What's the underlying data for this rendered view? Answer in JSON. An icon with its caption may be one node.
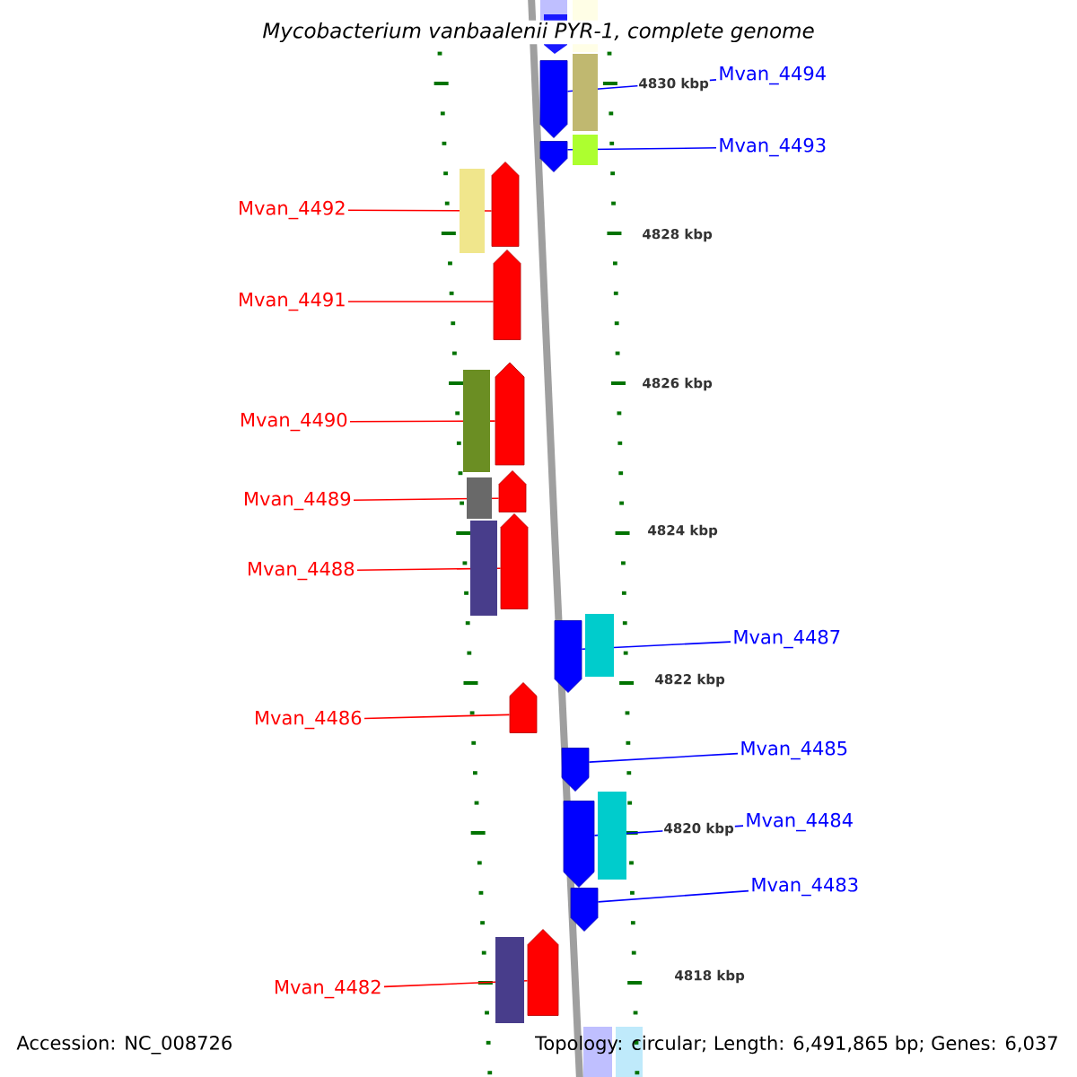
{
  "diagram": {
    "title": "Mycobacterium vanbaalenii PYR-1, complete genome",
    "nodes": [
      {
        "text": [
          "Mvan_4494"
        ]
      },
      {
        "text": [
          "Mvan_4493"
        ]
      },
      {
        "text": [
          "Mvan_4492"
        ]
      },
      {
        "text": [
          "Mvan_4491"
        ]
      },
      {
        "text": [
          "Mvan_4490"
        ]
      },
      {
        "text": [
          "Mvan_4489"
        ]
      },
      {
        "text": [
          "Mvan_4488"
        ]
      },
      {
        "text": [
          "Mvan_4487"
        ]
      },
      {
        "text": [
          "Mvan_4486"
        ]
      },
      {
        "text": [
          "Mvan_4485"
        ]
      },
      {
        "text": [
          "Mvan_4484"
        ]
      },
      {
        "text": [
          "Mvan_4483"
        ]
      },
      {
        "text": [
          "Mvan_4482"
        ]
      },
      {
        "text": [],
        "shape": "arrow"
      },
      {
        "text": [],
        "shape": "arrow"
      },
      {
        "text": [],
        "shape": "arrow"
      },
      {
        "text": [],
        "shape": "arrow"
      },
      {
        "text": [],
        "shape": "arrow"
      },
      {
        "text": [],
        "shape": "arrow"
      },
      {
        "text": [],
        "shape": "arrow"
      },
      {
        "text": [],
        "shape": "arrow"
      },
      {
        "text": [],
        "shape": "arrow"
      },
      {
        "text": [],
        "shape": "arrow"
      },
      {
        "text": [],
        "shape": "arrow"
      },
      {
        "text": [],
        "shape": "arrow"
      },
      {
        "text": [],
        "shape": "arrow"
      }
    ],
    "edges": [
      {
        "from": 0,
        "to": 13,
        "arrow": "none",
        "color": "#0000ff"
      },
      {
        "from": 1,
        "to": 14,
        "arrow": "none",
        "color": "#0000ff"
      },
      {
        "from": 2,
        "to": 15,
        "arrow": "none",
        "color": "#ff0000"
      },
      {
        "from": 3,
        "to": 16,
        "arrow": "none",
        "color": "#ff0000"
      },
      {
        "from": 4,
        "to": 17,
        "arrow": "none",
        "color": "#ff0000"
      },
      {
        "from": 5,
        "to": 18,
        "arrow": "none",
        "color": "#ff0000"
      },
      {
        "from": 6,
        "to": 19,
        "arrow": "none",
        "color": "#ff0000"
      },
      {
        "from": 7,
        "to": 20,
        "arrow": "none",
        "color": "#0000ff"
      },
      {
        "from": 8,
        "to": 21,
        "arrow": "none",
        "color": "#ff0000"
      },
      {
        "from": 9,
        "to": 22,
        "arrow": "none",
        "color": "#0000ff"
      },
      {
        "from": 10,
        "to": 23,
        "arrow": "none",
        "color": "#0000ff"
      },
      {
        "from": 11,
        "to": 24,
        "arrow": "none",
        "color": "#0000ff"
      },
      {
        "from": 12,
        "to": 25,
        "arrow": "none",
        "color": "#ff0000"
      }
    ],
    "labels": [
      "4830 kbp",
      "4828 kbp",
      "4826 kbp",
      "4824 kbp",
      "4822 kbp",
      "4820 kbp",
      "4818 kbp",
      "Accession: NC_008726",
      "Topology: circular; Length: 6,491,865 bp; Genes: 6,037"
    ]
  }
}
